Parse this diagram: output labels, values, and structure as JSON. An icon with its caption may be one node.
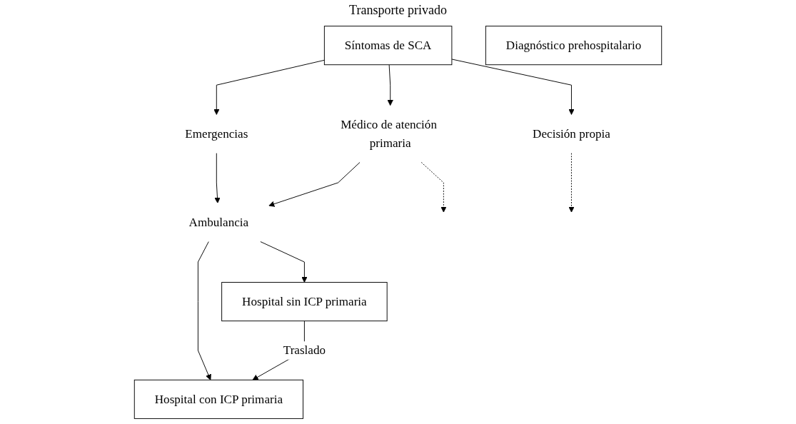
{
  "diagram": {
    "nodes": [
      {
        "text": [
          "Síntomas de SCA"
        ]
      },
      {
        "text": [
          "Diagnóstico prehospitalario"
        ]
      },
      {
        "text": [
          "Emergencias"
        ]
      },
      {
        "text": [
          "Médico de atención primaria"
        ]
      },
      {
        "text": [
          "Decisión propia"
        ]
      },
      {
        "text": [
          "Ambulancia"
        ]
      },
      {
        "text": [
          "Hospital con ICP primaria"
        ]
      },
      {
        "text": [
          "Hospital sin ICP primaria"
        ]
      }
    ],
    "edges": [
      {
        "from": 0,
        "to": 2,
        "arrow": "to"
      },
      {
        "from": 0,
        "to": 3,
        "arrow": "to"
      },
      {
        "from": 0,
        "to": 4,
        "arrow": "to"
      },
      {
        "from": 2,
        "to": 5,
        "arrow": "to"
      },
      {
        "from": 3,
        "to": 5,
        "arrow": "to"
      },
      {
        "from": 3,
        "to": null,
        "arrow": "to",
        "style": "dashed"
      },
      {
        "from": 4,
        "to": null,
        "arrow": "to",
        "style": "dashed"
      },
      {
        "from": 5,
        "to": 6,
        "arrow": "to"
      },
      {
        "from": 5,
        "to": 7,
        "arrow": "to"
      },
      {
        "from": 7,
        "to": 6,
        "label": "Traslado",
        "arrow": "to"
      }
    ],
    "labels": [
      "Transporte privado"
    ]
  }
}
